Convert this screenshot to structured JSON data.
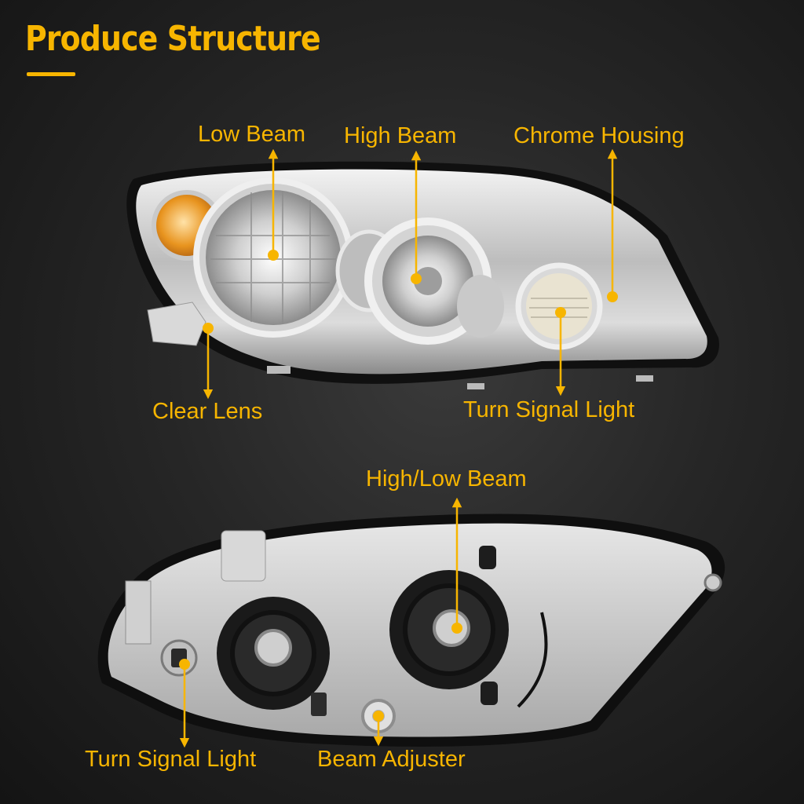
{
  "page": {
    "title": "Produce Structure",
    "accent_color": "#f7b500"
  },
  "front_view": {
    "labels": {
      "low_beam": "Low Beam",
      "high_beam": "High Beam",
      "chrome_housing": "Chrome Housing",
      "clear_lens": "Clear Lens",
      "turn_signal_light": "Turn Signal Light"
    }
  },
  "rear_view": {
    "labels": {
      "high_low_beam": "High/Low Beam",
      "turn_signal_light": "Turn Signal Light",
      "beam_adjuster": "Beam Adjuster"
    }
  }
}
